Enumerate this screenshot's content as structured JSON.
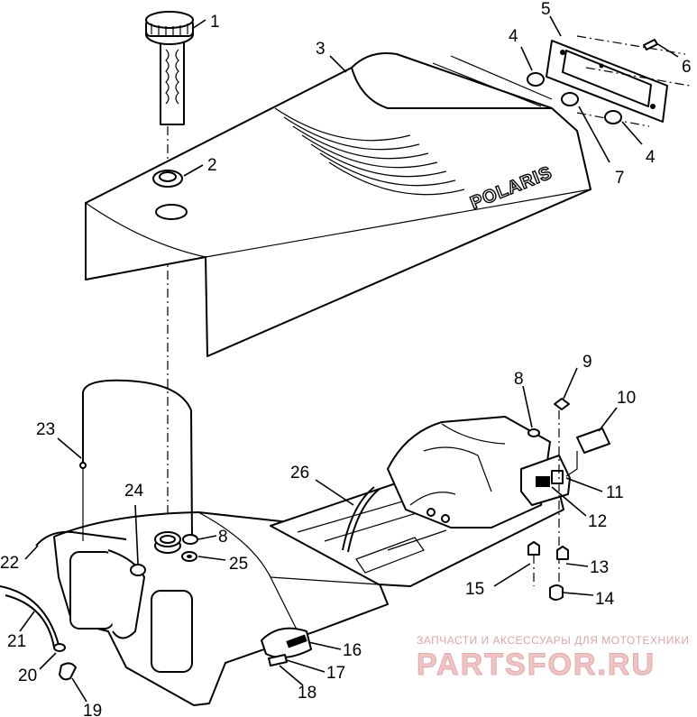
{
  "diagram": {
    "brand_label": "POLARIS",
    "callouts": [
      "1",
      "2",
      "3",
      "4",
      "5",
      "6",
      "4",
      "7",
      "8",
      "9",
      "10",
      "11",
      "12",
      "13",
      "14",
      "15",
      "16",
      "17",
      "18",
      "19",
      "20",
      "21",
      "22",
      "23",
      "24",
      "8",
      "25",
      "26"
    ]
  },
  "watermark": {
    "top_text": "ЗАПЧАСТИ И АКСЕССУАРЫ ДЛЯ МОТОТЕХНИКИ",
    "main_text": "PARTSFOR.RU"
  }
}
